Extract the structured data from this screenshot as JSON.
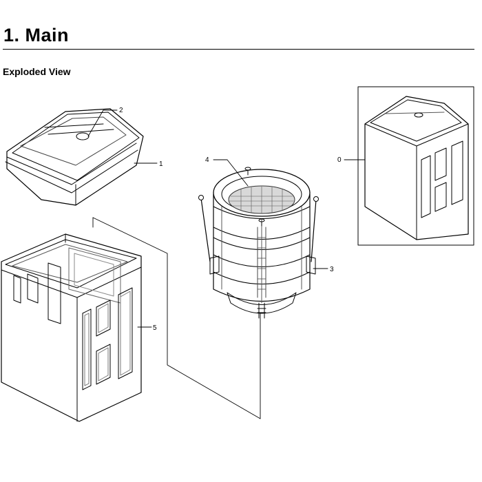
{
  "page": {
    "heading": "1.  Main",
    "subheading": "Exploded View"
  },
  "callouts": [
    {
      "id": "0",
      "label": "0"
    },
    {
      "id": "1",
      "label": "1"
    },
    {
      "id": "2",
      "label": "2"
    },
    {
      "id": "3",
      "label": "3"
    },
    {
      "id": "4",
      "label": "4"
    },
    {
      "id": "5",
      "label": "5"
    }
  ],
  "colors": {
    "line": "#000000",
    "background": "#ffffff"
  }
}
